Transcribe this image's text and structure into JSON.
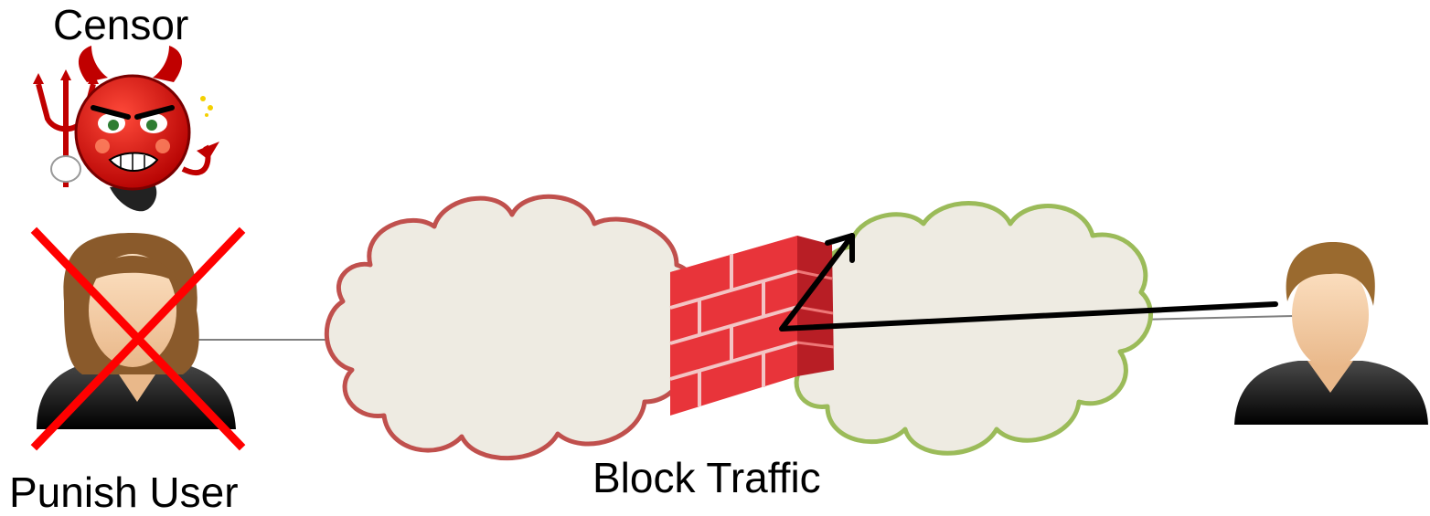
{
  "labels": {
    "censor": "Censor",
    "punish": "Punish User",
    "block": "Block Traffic"
  },
  "colors": {
    "red_cloud_stroke": "#c0504d",
    "green_cloud_stroke": "#9bbb59",
    "cloud_fill": "#eeebe2",
    "cross": "#ff0000",
    "connector": "#7f7f7f",
    "arrow": "#000000",
    "brick": "#e8343a"
  },
  "icons": {
    "censor": "devil-icon",
    "user_left": "female-user-icon",
    "user_right": "male-user-icon",
    "firewall": "firewall-icon"
  }
}
